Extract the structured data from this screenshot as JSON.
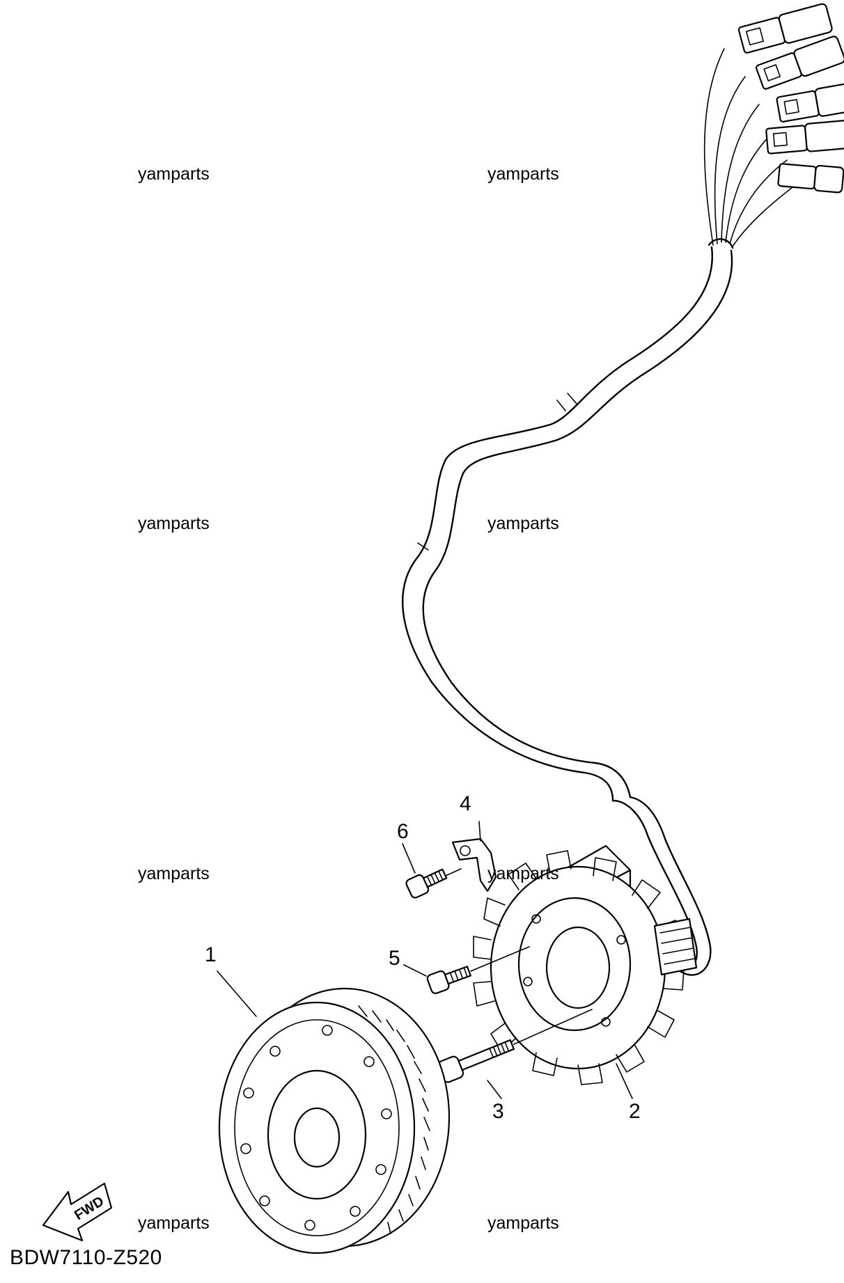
{
  "diagram": {
    "code": "BDW7110-Z520",
    "fwd_label": "FWD",
    "watermark": "yamparts",
    "callouts": [
      "1",
      "2",
      "3",
      "4",
      "5",
      "6"
    ]
  },
  "icons": {
    "fwd": "fwd-arrow-icon",
    "rotor": "flywheel-rotor-icon",
    "stator": "stator-coil-icon",
    "harness": "wire-harness-icon",
    "connectors": "coupler-connector-icon",
    "bolt": "bolt-icon",
    "clamp": "clamp-bracket-icon"
  },
  "colors": {
    "line": "#000000",
    "background": "#ffffff"
  }
}
